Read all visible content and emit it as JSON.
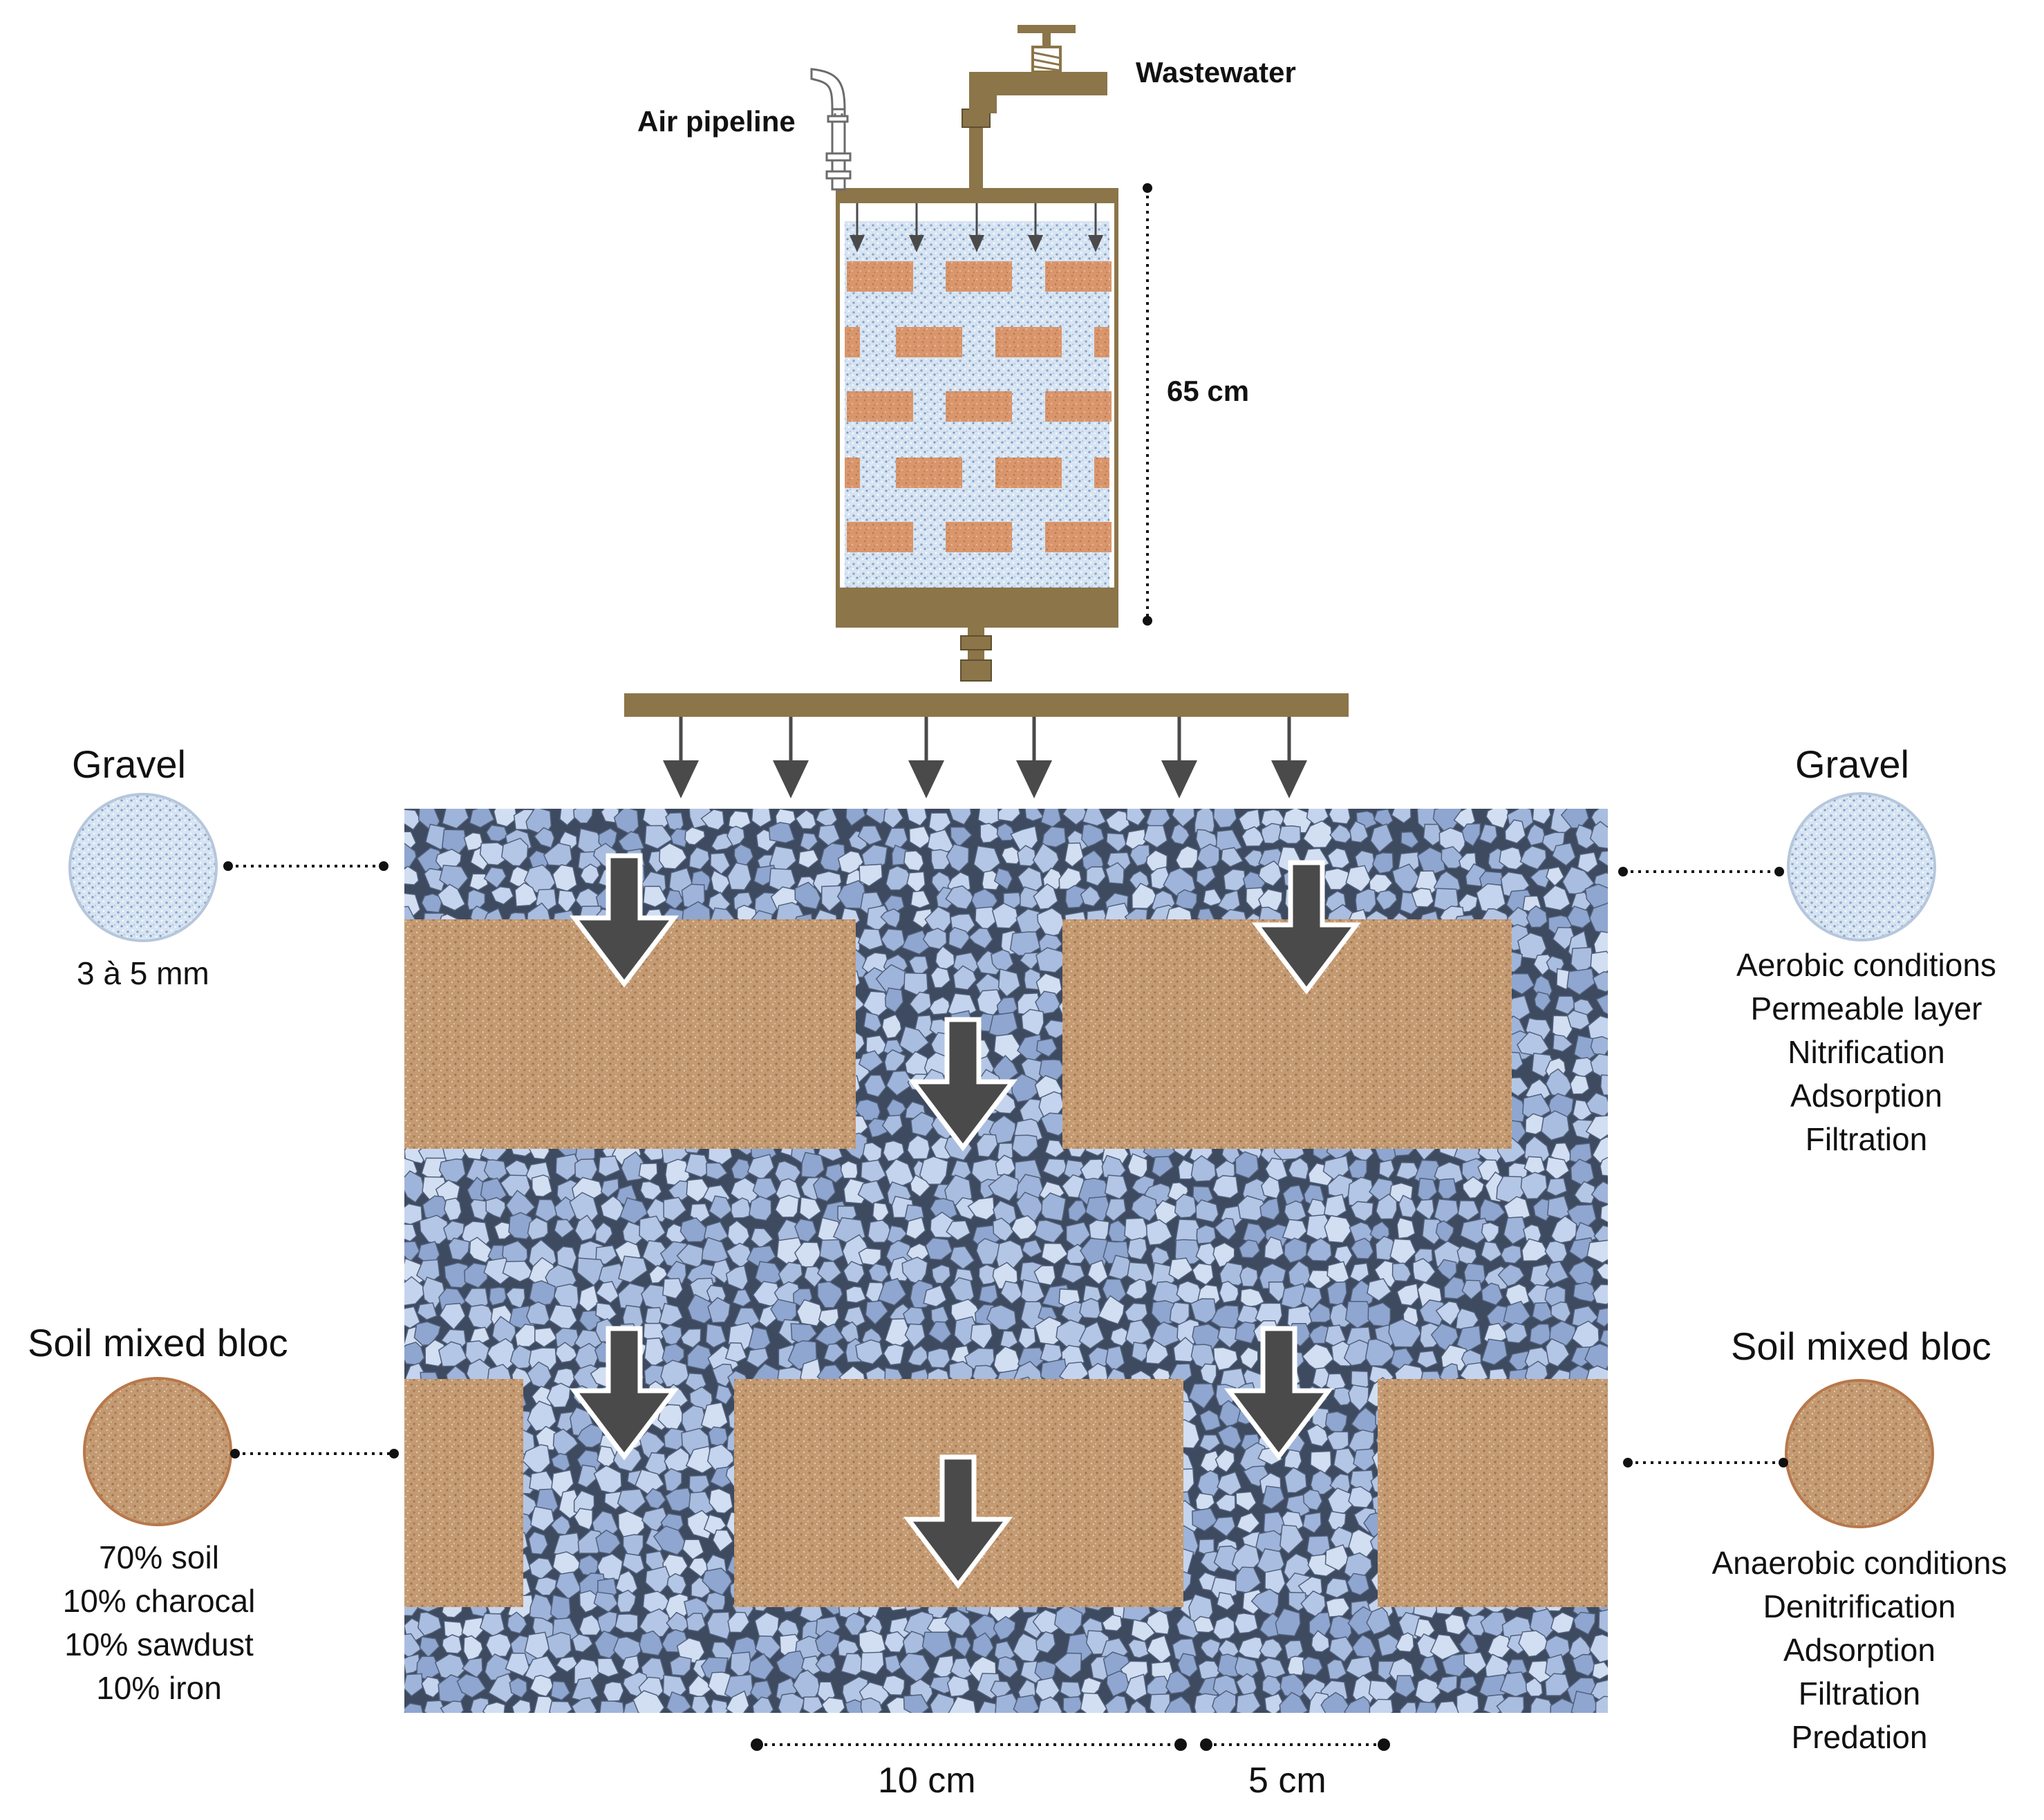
{
  "labels": {
    "wastewater": "Wastewater",
    "air_pipeline": "Air pipeline",
    "column_height": "65 cm",
    "dimension_block": "10 cm",
    "dimension_gap": "5 cm"
  },
  "left_legend": {
    "gravel": {
      "title": "Gravel",
      "size": "3 à 5 mm"
    },
    "soil": {
      "title": "Soil mixed bloc",
      "composition": [
        "70% soil",
        "10% charocal",
        "10% sawdust",
        "10% iron"
      ]
    }
  },
  "right_legend": {
    "gravel": {
      "title": "Gravel",
      "properties": [
        "Aerobic conditions",
        "Permeable layer",
        "Nitrification",
        "Adsorption",
        "Filtration"
      ]
    },
    "soil": {
      "title": "Soil mixed bloc",
      "properties": [
        "Anaerobic conditions",
        "Denitrification",
        "Adsorption",
        "Filtration",
        "Predation"
      ]
    }
  },
  "colors": {
    "pipe": "#8b7549",
    "gravel_base": "#a6b9dc",
    "gravel_dark": "#3d4a60",
    "soil": "#c49a72",
    "soil_dark": "#9e7450",
    "soil_light": "#dfc09c",
    "arrow": "#4a4a4a",
    "column_fill": "#c9dcef",
    "column_brick": "#d9966c"
  }
}
